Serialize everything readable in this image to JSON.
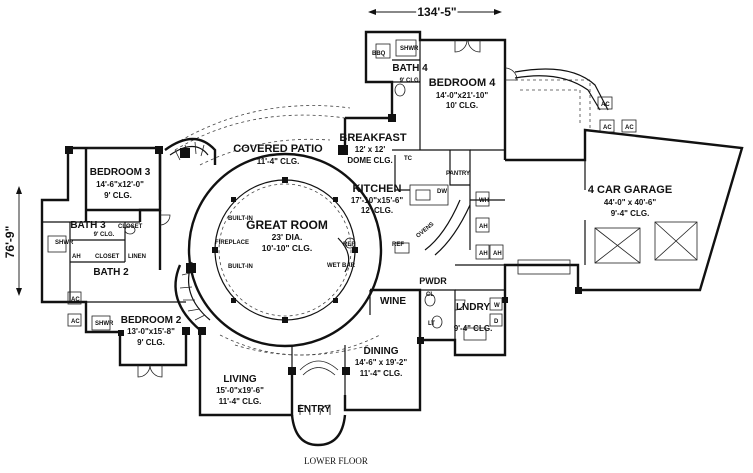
{
  "dimensions": {
    "width_label": "134'-5\"",
    "depth_label": "76'-9\""
  },
  "rooms": {
    "covered_patio": {
      "name": "COVERED PATIO",
      "clg": "11'-4\" CLG."
    },
    "breakfast": {
      "name": "BREAKFAST",
      "size": "12' x 12'",
      "clg": "DOME CLG."
    },
    "bedroom4": {
      "name": "BEDROOM 4",
      "size": "14'-0\"x21'-10\"",
      "clg": "10' CLG."
    },
    "bath4": {
      "name": "BATH 4",
      "clg": "9' CLG."
    },
    "bedroom3": {
      "name": "BEDROOM 3",
      "size": "14'-6\"x12'-0\"",
      "clg": "9' CLG."
    },
    "kitchen": {
      "name": "KITCHEN",
      "size": "17'-10\"x15'-6\"",
      "clg": "12' CLG."
    },
    "garage": {
      "name": "4 CAR GARAGE",
      "size": "44'-0\" x 40'-6\"",
      "clg": "9'-4\" CLG."
    },
    "great_room": {
      "name": "GREAT ROOM",
      "size": "23' DIA.",
      "clg": "10'-10\" CLG."
    },
    "bath3": {
      "name": "BATH 3",
      "clg": "9' CLG."
    },
    "bath2": {
      "name": "BATH 2"
    },
    "bedroom2": {
      "name": "BEDROOM 2",
      "size": "13'-0\"x15'-8\"",
      "clg": "9' CLG."
    },
    "wine": {
      "name": "WINE"
    },
    "pwdr": {
      "name": "PWDR"
    },
    "laundry": {
      "name": "LNDRY",
      "clg": "9'-4\" CLG."
    },
    "dining": {
      "name": "DINING",
      "size": "14'-6\" x 19'-2\"",
      "clg": "11'-4\" CLG."
    },
    "living": {
      "name": "LIVING",
      "size": "15'-0\"x19'-6\"",
      "clg": "11'-4\" CLG."
    },
    "entry": {
      "name": "ENTRY"
    }
  },
  "fixtures": {
    "shwr": "SHWR",
    "bbq": "BBQ",
    "closet": "CLOSET",
    "linen": "LINEN",
    "pantry": "PANTRY",
    "fireplace": "FIREPLACE",
    "built_in": "BUILT-IN",
    "wet_bar": "WET BAR",
    "ref": "REF",
    "dw": "DW",
    "ovens": "OVENS",
    "tc": "TC",
    "wh": "WH",
    "ah": "AH",
    "ac": "AC",
    "w": "W",
    "d": "D",
    "lt": "LT",
    "cl": "CL"
  },
  "footer": "LOWER FLOOR"
}
